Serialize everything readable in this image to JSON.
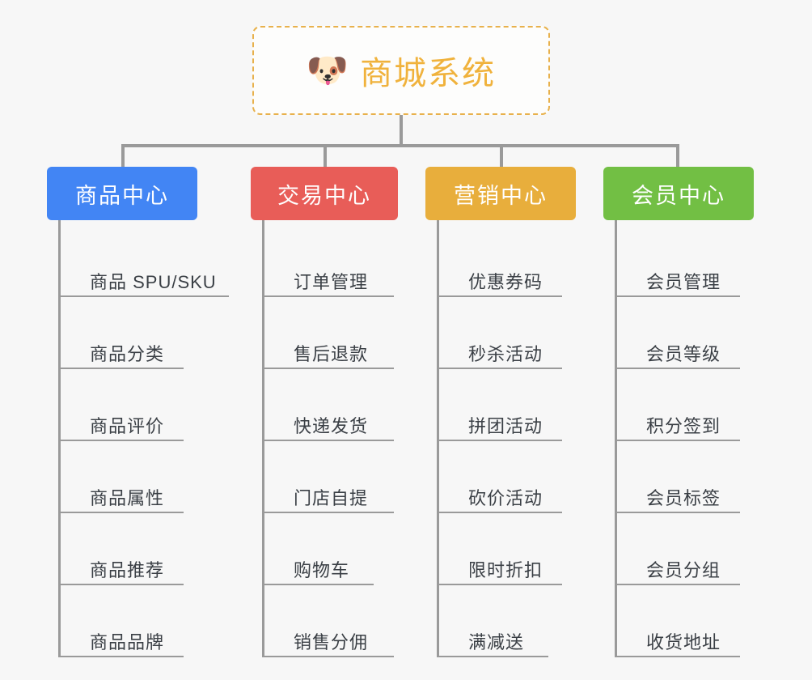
{
  "diagram": {
    "type": "org-chart",
    "background_color": "#f7f7f7",
    "root": {
      "emoji": "🐶",
      "emoji_name": "dog-face-emoji",
      "title": "商城系统",
      "border_color": "#e8b14c",
      "text_color": "#f0b23c"
    },
    "connector_color": "#9a9a9a",
    "columns": [
      {
        "id": "product-center",
        "title": "商品中心",
        "color": "#4285f4",
        "items": [
          "商品 SPU/SKU",
          "商品分类",
          "商品评价",
          "商品属性",
          "商品推荐",
          "商品品牌"
        ]
      },
      {
        "id": "trade-center",
        "title": "交易中心",
        "color": "#e85d58",
        "items": [
          "订单管理",
          "售后退款",
          "快递发货",
          "门店自提",
          "购物车",
          "销售分佣"
        ]
      },
      {
        "id": "marketing-center",
        "title": "营销中心",
        "color": "#e8ae3c",
        "items": [
          "优惠券码",
          "秒杀活动",
          "拼团活动",
          "砍价活动",
          "限时折扣",
          "满减送"
        ]
      },
      {
        "id": "member-center",
        "title": "会员中心",
        "color": "#72bf44",
        "items": [
          "会员管理",
          "会员等级",
          "积分签到",
          "会员标签",
          "会员分组",
          "收货地址"
        ]
      }
    ]
  }
}
